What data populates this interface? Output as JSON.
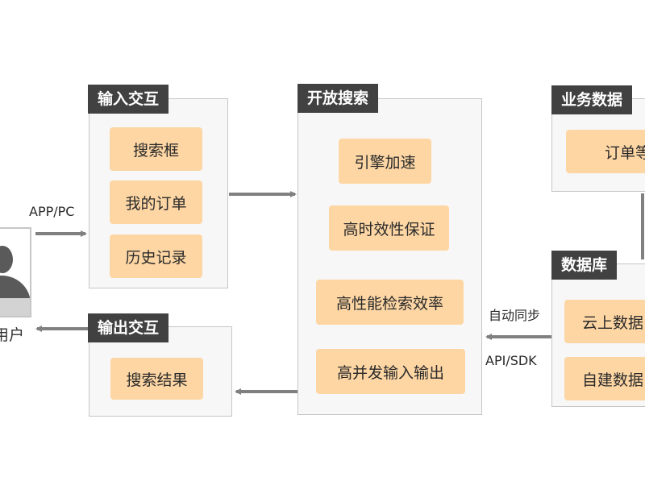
{
  "user": {
    "label": "用户",
    "icon": "user-icon"
  },
  "input_panel": {
    "title": "输入交互",
    "items": [
      "搜索框",
      "我的订单",
      "历史记录"
    ]
  },
  "output_panel": {
    "title": "输出交互",
    "items": [
      "搜索结果"
    ]
  },
  "search_panel": {
    "title": "开放搜索",
    "items": [
      "引擎加速",
      "高时效性保证",
      "高性能检索效率",
      "高并发输入输出"
    ]
  },
  "business_panel": {
    "title": "业务数据",
    "items": [
      "订单等"
    ]
  },
  "database_panel": {
    "title": "数据库",
    "items": [
      "云上数据",
      "自建数据"
    ]
  },
  "connectors": {
    "app_pc": "APP/PC",
    "auto_sync": "自动同步",
    "api_sdk": "API/SDK"
  },
  "colors": {
    "title_bg": "#414141",
    "item_bg": "#fdd6a4",
    "panel_bg": "#f7f7f7",
    "panel_border": "#c6c6c6",
    "arrow": "#808080"
  }
}
